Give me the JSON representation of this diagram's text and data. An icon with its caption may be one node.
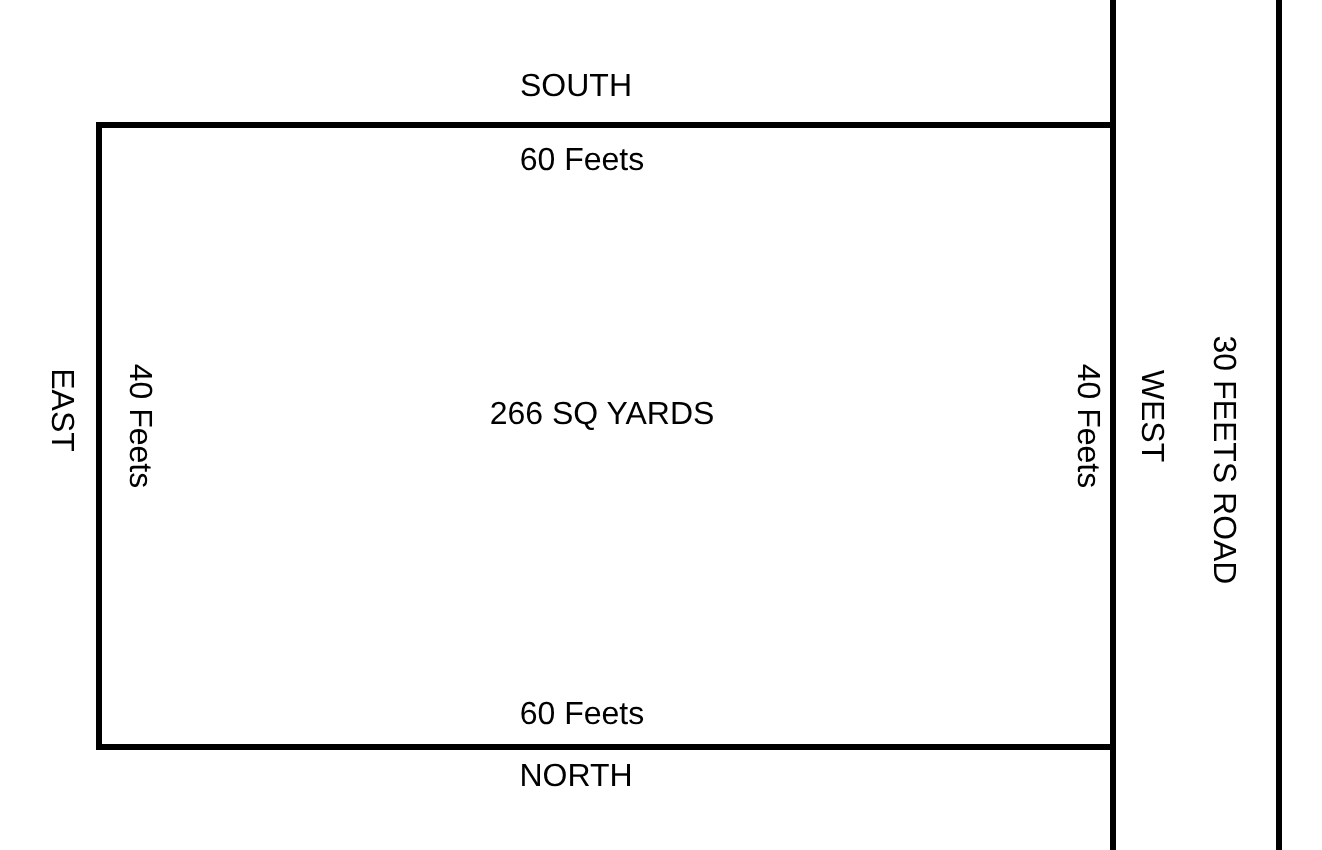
{
  "diagram": {
    "nodes": [
      {
        "text": [
          "60 Feets",
          "40 Feets",
          "266 SQ YARDS",
          "40 Feets",
          "60 Feets"
        ],
        "beside": [
          "SOUTH",
          "EAST",
          "NORTH"
        ]
      },
      {
        "text": [
          "30 FEETS ROAD"
        ]
      }
    ],
    "labels": [
      "WEST"
    ]
  }
}
